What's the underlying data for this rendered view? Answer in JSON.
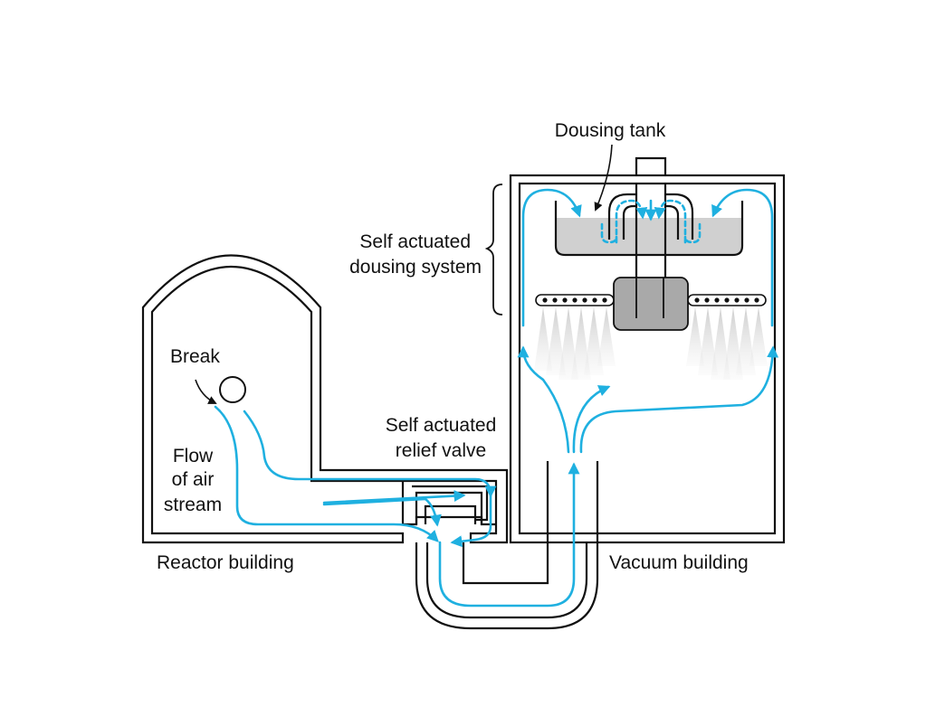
{
  "labels": {
    "dousing_tank": "Dousing tank",
    "dousing_system_line1": "Self actuated",
    "dousing_system_line2": "dousing system",
    "break": "Break",
    "flow_line1": "Flow",
    "flow_line2": "of air",
    "flow_line3": "stream",
    "relief_valve_line1": "Self actuated",
    "relief_valve_line2": "relief valve",
    "reactor_building": "Reactor building",
    "vacuum_building": "Vacuum building"
  },
  "colors": {
    "flow": "#1fb0e0",
    "structure": "#111111",
    "water": "#c8c8c8",
    "chamber": "#a9a9a9"
  }
}
